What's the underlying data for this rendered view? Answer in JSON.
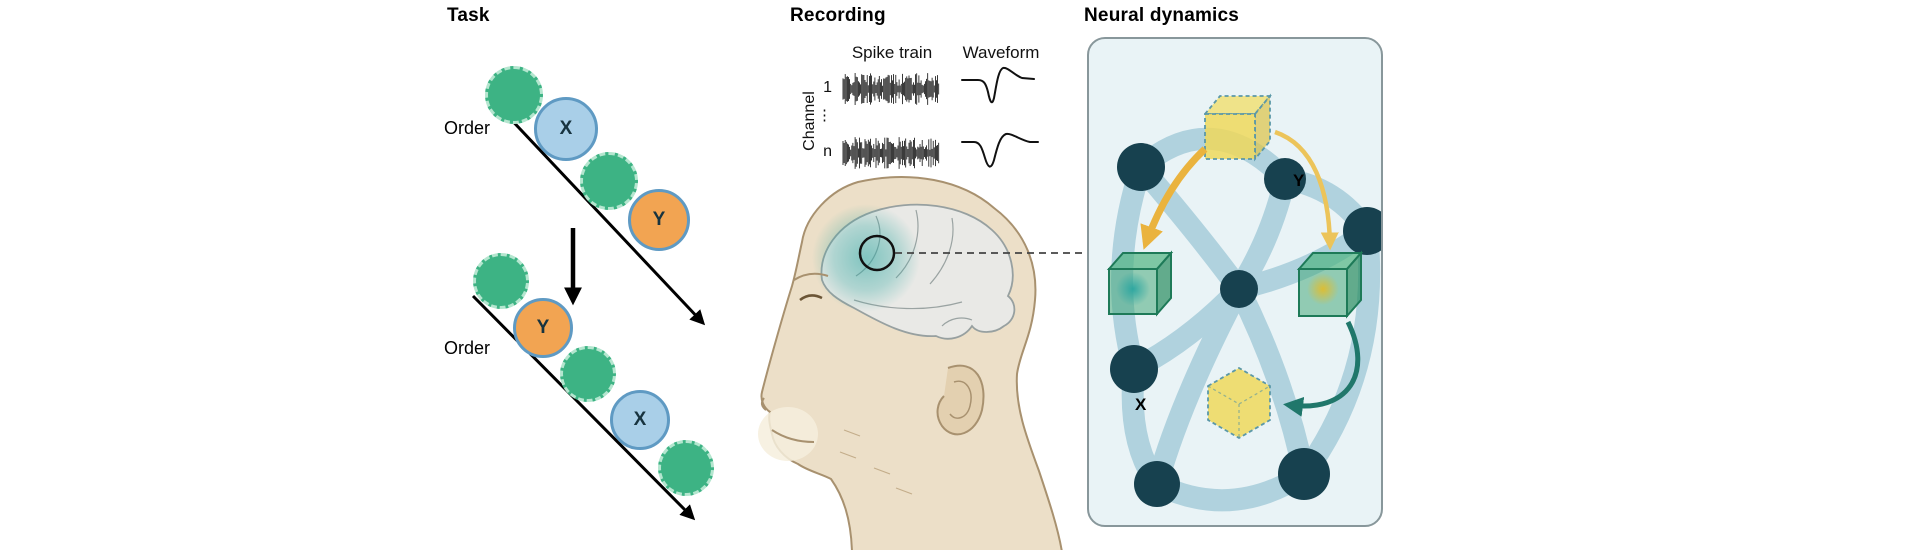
{
  "panels": {
    "task": {
      "title": "Task",
      "order_label": "Order",
      "label_x": "X",
      "label_y": "Y",
      "sequence1": [
        "item",
        "X",
        "item",
        "Y"
      ],
      "sequence2": [
        "item",
        "Y",
        "item",
        "X",
        "item"
      ]
    },
    "recording": {
      "title": "Recording",
      "spike_train_label": "Spike train",
      "waveform_label": "Waveform",
      "channel_axis_label": "Channel",
      "channel_first": "1",
      "channel_last": "n",
      "channel_ellipsis": "⋮"
    },
    "neural": {
      "title": "Neural dynamics",
      "label_x": "X",
      "label_y": "Y"
    }
  },
  "colors": {
    "green_circle": "#3db384",
    "blue_circle": "#a9cfe8",
    "orange_circle": "#f2a452",
    "panel_background": "#e9f3f6",
    "network_node": "#17414f",
    "network_band": "#a9cedb",
    "cube_green": "#3aa470",
    "cube_yellow": "#eed85c",
    "arrow_yellow": "#eab33e",
    "arrow_teal": "#20776b",
    "brain_highlight": "#2ba6a0",
    "monkey_skin": "#ecdfc8"
  }
}
